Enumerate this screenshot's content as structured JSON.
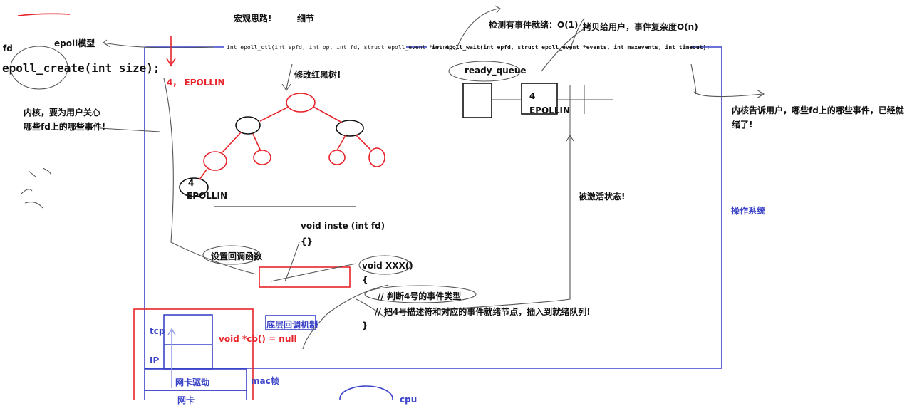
{
  "title": "2. epoll的原理 && 重谈接口",
  "labels": {
    "fd": "fd",
    "epoll_model": "epoll模型",
    "epoll_create": "epoll_create(int size);",
    "kernel_care_1": "内核，要为用户关心",
    "kernel_care_2": "哪些fd上的哪些事件!",
    "macro_idea": "宏观思路!",
    "detail": "细节",
    "epoll_ctl": "int epoll_ctl(int epfd, int op, int fd, struct epoll_event *event);",
    "epoll_wait": "int epoll_wait(int epfd, struct epoll_event *events, int maxevents, int timeout);",
    "detect_ready": "检测有事件就绪：O(1)",
    "copy_to_user": "拷贝给用户，事件复杂度O(n)",
    "ready_queue": "ready_queue",
    "rq_num": "4",
    "rq_event": "EPOLLIN",
    "epollin_4": "4， EPOLLIN",
    "modify_rbtree": "修改红黑树!",
    "node_num": "4",
    "node_event": "EPOLLIN",
    "kernel_tells_1": "内核告诉用户，哪些fd上的哪些事件，已经就",
    "kernel_tells_2": "绪了!",
    "activated": "被激活状态!",
    "os": "操作系统",
    "void_inste": "void inste (int fd)",
    "brace_open_1": "{}",
    "set_callback": "设置回调函数",
    "void_xxx": "void XXX()",
    "brace_open_2": "{",
    "comment_1": "// 判断4号的事件类型",
    "comment_2": "// 把4号描述符和对应的事件就绪节点，插入到就绪队列!",
    "brace_close": "}",
    "tcp": "tcp",
    "ip": "IP",
    "callback_null": "void *cb() = null",
    "low_level_cb": "底层回调机制",
    "nic_driver": "网卡驱动",
    "mac_frame": "mac帧",
    "nic": "网卡",
    "cpu": "cpu"
  },
  "colors": {
    "blue": "#3b44c8",
    "red": "#e8242a",
    "ink": "#222222"
  }
}
